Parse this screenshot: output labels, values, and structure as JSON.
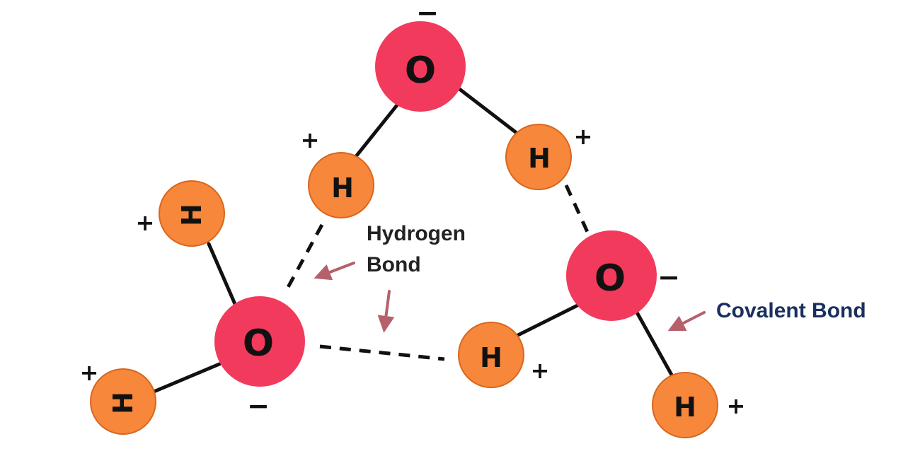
{
  "labels": {
    "hydrogen_bond_line1": "Hydrogen",
    "hydrogen_bond_line2": "Bond",
    "covalent_bond": "Covalent Bond"
  },
  "atoms": {
    "oxygen_symbol": "O",
    "hydrogen_symbol": "H"
  },
  "charges": {
    "positive": "+",
    "negative": "−"
  },
  "colors": {
    "oxygen": "#f23a5c",
    "hydrogen": "#f7873a",
    "hydrogen_stroke": "#d8661c",
    "bond": "#111111",
    "arrow": "#b5606a",
    "covalent_label": "#1b2f5e"
  }
}
